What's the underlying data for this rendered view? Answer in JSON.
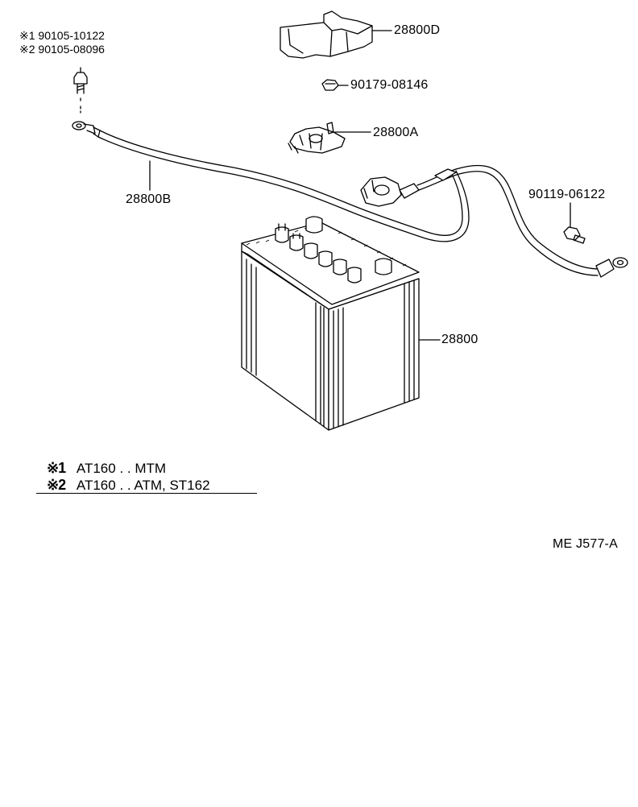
{
  "parts": {
    "cover": "28800D",
    "nut": "90179-08146",
    "clamp": "28800A",
    "cable": "28800B",
    "bolt_right": "90119-06122",
    "battery": "28800"
  },
  "bolt_left": {
    "variant1_mark": "※1",
    "variant1_part": "90105-10122",
    "variant2_mark": "※2",
    "variant2_part": "90105-08096"
  },
  "notes": [
    {
      "mark": "※1",
      "text": "AT160 . . MTM"
    },
    {
      "mark": "※2",
      "text": "AT160 . . ATM, ST162"
    }
  ],
  "ref_code": "ME J577-A"
}
